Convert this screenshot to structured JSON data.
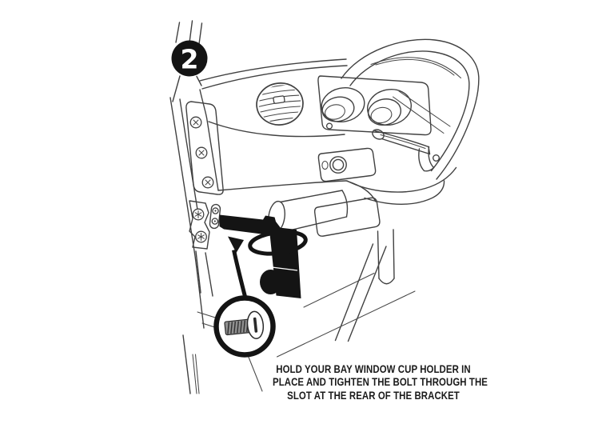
{
  "step_badge": {
    "number": "2"
  },
  "caption": {
    "lines": [
      "HOLD YOUR BAY WINDOW CUP HOLDER IN",
      "PLACE AND TIGHTEN THE BOLT THROUGH THE",
      "SLOT AT THE REAR OF THE BRACKET"
    ]
  },
  "colors": {
    "background": "#ffffff",
    "line_ink": "#414141",
    "solid_black": "#141414",
    "bolt_shaft_gray": "#8f8f8f",
    "caption_text": "#1b1b1b"
  },
  "illustration": {
    "scene": "bay-window-bus cab interior line drawing, cup holder installation step",
    "elements": [
      "step-2-badge",
      "windshield-pillar",
      "door-pillar",
      "pillar-screws",
      "door-hinge",
      "trim-screw-pill",
      "dashboard",
      "air-vent",
      "instrument-cluster",
      "turn-signal-stalk",
      "ignition-panel",
      "ignition-key-strap",
      "steering-wheel",
      "heater-duct",
      "under-dash-tray",
      "steering-column",
      "support-tube",
      "floor-lines",
      "cup-holder-bracket",
      "cup-holder-ring",
      "mounting-arrow",
      "bolt-detail-circle",
      "bolt"
    ]
  }
}
